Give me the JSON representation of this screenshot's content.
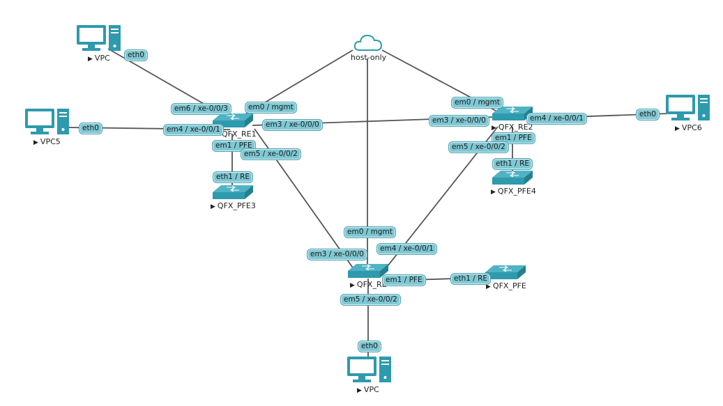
{
  "colors": {
    "accent": "#2e9aad",
    "port_fill": "#7fc8d3",
    "link": "#555555"
  },
  "nodes": {
    "vpc_top": {
      "label": "VPC",
      "icon": "computer-icon"
    },
    "vpc5": {
      "label": "VPC5",
      "icon": "computer-icon"
    },
    "vpc6": {
      "label": "VPC6",
      "icon": "computer-icon"
    },
    "vpc_bottom": {
      "label": "VPC",
      "icon": "computer-icon"
    },
    "host_only": {
      "label": "host-only",
      "icon": "cloud-icon"
    },
    "qfx_re1": {
      "label": "QFX_RE1",
      "icon": "switch-icon"
    },
    "qfx_re2": {
      "label": "QFX_RE2",
      "icon": "switch-icon"
    },
    "qfx_re": {
      "label": "QFX_RE",
      "icon": "switch-icon"
    },
    "qfx_pfe3": {
      "label": "QFX_PFE3",
      "icon": "switch-icon"
    },
    "qfx_pfe4": {
      "label": "QFX_PFE4",
      "icon": "switch-icon"
    },
    "qfx_pfe": {
      "label": "QFX_PFE",
      "icon": "switch-icon"
    }
  },
  "ports": {
    "vpc_top_eth0": "eth0",
    "re1_em6": "em6 / xe-0/0/3",
    "re1_em0": "em0 / mgmt",
    "vpc5_eth0": "eth0",
    "re1_em4": "em4 / xe-0/0/1",
    "re1_em3": "em3 / xe-0/0/0",
    "re1_em1": "em1 / PFE",
    "re1_em5": "em5 / xe-0/0/2",
    "pfe3_eth1": "eth1 / RE",
    "re2_em0": "em0 / mgmt",
    "re2_em3": "em3 / xe-0/0/0",
    "re2_em4": "em4 / xe-0/0/1",
    "vpc6_eth0": "eth0",
    "re2_em1": "em1 / PFE",
    "re2_em5": "em5 / xe-0/0/2",
    "pfe4_eth1": "eth1 / RE",
    "re_em0": "em0 / mgmt",
    "re_em4": "em4 / xe-0/0/1",
    "re_em3": "em3 / xe-0/0/0",
    "re_em1": "em1 / PFE",
    "pfe_eth1": "eth1 / RE",
    "re_em5": "em5 / xe-0/0/2",
    "vpc_bottom_eth0": "eth0"
  }
}
